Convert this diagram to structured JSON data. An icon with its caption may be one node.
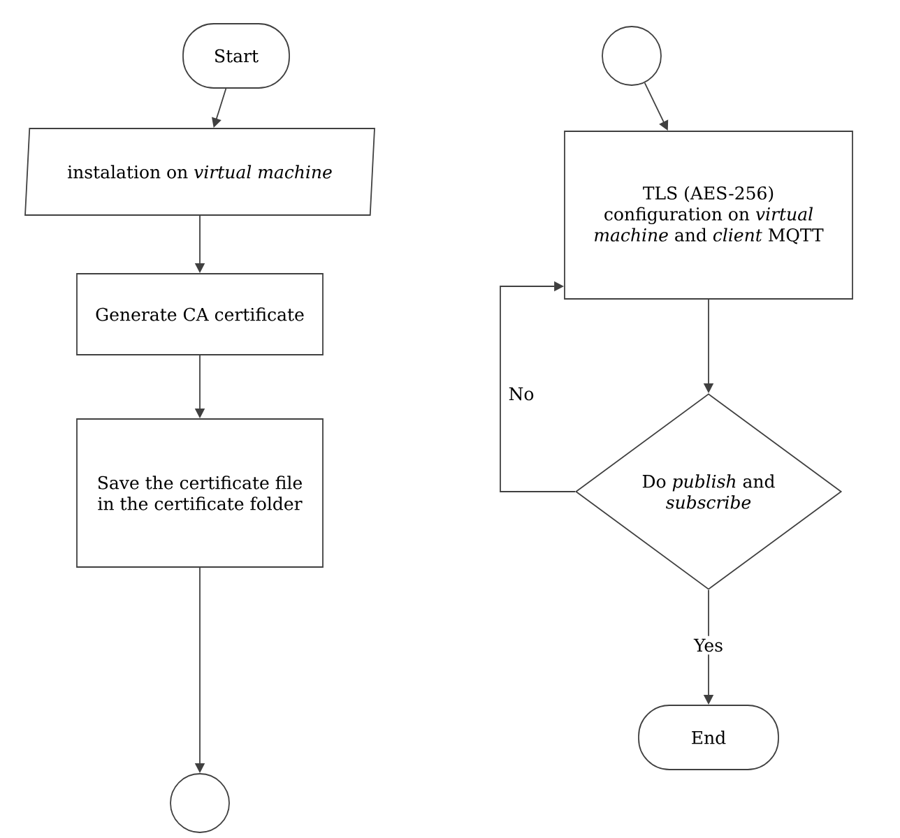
{
  "diagram": {
    "nodes": [
      {
        "text": [
          "Start"
        ]
      },
      {
        "text": [
          "instalation on *virtual machine*"
        ]
      },
      {
        "text": [
          "Generate CA certificate"
        ]
      },
      {
        "text": [
          "Save the certificate file in the certificate folder"
        ]
      },
      {
        "text": [],
        "shape": "circle"
      },
      {
        "text": [],
        "shape": "circle"
      },
      {
        "text": [
          "TLS (AES-256) configuration on *virtual machine* and *client* MQTT"
        ]
      },
      {
        "text": [
          "Do *publish* and *subscribe*"
        ]
      },
      {
        "text": [
          "End"
        ]
      }
    ],
    "edges": [
      {
        "from": 0,
        "to": 1,
        "arrow": "to"
      },
      {
        "from": 1,
        "to": 2,
        "arrow": "to"
      },
      {
        "from": 2,
        "to": 3,
        "arrow": "to"
      },
      {
        "from": 3,
        "to": 4,
        "arrow": "to"
      },
      {
        "from": 5,
        "to": 6,
        "arrow": "to"
      },
      {
        "from": 6,
        "to": 7,
        "arrow": "to"
      },
      {
        "from": 7,
        "to": 8,
        "arrow": "to",
        "label": "Yes"
      },
      {
        "from": 7,
        "to": 6,
        "arrow": "to",
        "label": "No"
      }
    ]
  }
}
